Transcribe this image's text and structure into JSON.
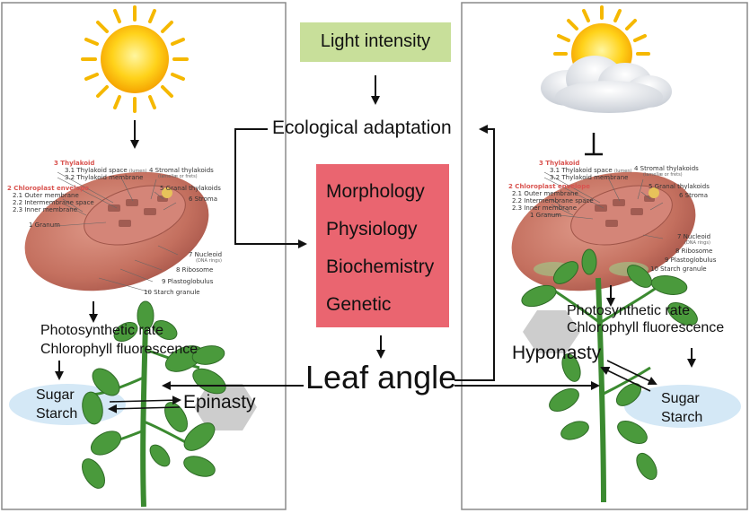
{
  "top_factor": "Light intensity",
  "center": {
    "adaptation": "Ecological adaptation",
    "box_items": [
      "Morphology",
      "Physiology",
      "Biochemistry",
      "Genetic"
    ],
    "leaf_angle": "Leaf angle"
  },
  "left_panel": {
    "photosynthesis": [
      "Photosynthetic rate",
      "Chlorophyll fluorescence"
    ],
    "sugar": "Sugar",
    "starch": "Starch",
    "response": "Epinasty"
  },
  "right_panel": {
    "photosynthesis": [
      "Photosynthetic rate",
      "Chlorophyll fluorescence"
    ],
    "sugar": "Sugar",
    "starch": "Starch",
    "response": "Hyponasty"
  },
  "chloroplast_labels": {
    "thylakoid": "3 Thylakoid",
    "thylakoid_space": "3.1 Thylakoid space",
    "lumen": "(lumen)",
    "thylakoid_membrane": "3.2 Thylakoid membrane",
    "stromal": "4 Stromal thylakoids",
    "lamellae": "(lamellæ or frets)",
    "envelope": "2 Chloroplast envelope",
    "outer": "2.1 Outer membrane",
    "intermembrane": "2.2 Intermembrane space",
    "inner": "2.3 Inner membrane",
    "granal": "5 Granal thylakoids",
    "stroma": "6 Stroma",
    "granum": "1 Granum",
    "nucleoid": "7 Nucleoid",
    "dna": "(DNA rings)",
    "ribosome": "8 Ribosome",
    "plastoglobulus": "9 Plastoglobulus",
    "starch_granule": "10 Starch granule"
  },
  "colors": {
    "light_box": "#c8df9a",
    "center_box": "#ea6570",
    "chloroplast": "#c8766a",
    "sugar_ellipse": "#d4e8f6",
    "leaf": "#3f9a3a"
  }
}
